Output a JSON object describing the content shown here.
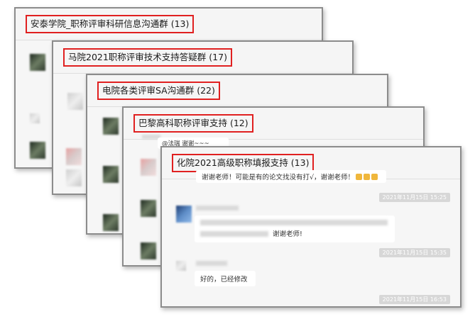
{
  "groups": [
    {
      "title": "安泰学院_职称评审科研信息沟通群 (13)"
    },
    {
      "title": "马院2021职称评审技术支持答疑群 (17)"
    },
    {
      "title": "电院各类评审SA沟通群 (22)"
    },
    {
      "title": "巴黎高科职称评审支持 (12)"
    },
    {
      "title": "化院2021高级职称填报支持 (13)"
    }
  ],
  "paris_chat": {
    "message": "@法瑞 谢谢~~~"
  },
  "chem_chat": {
    "msg1": "谢谢老师！可能是有的论文找没有打√，谢谢老师！",
    "ts1": "2021年11月15日 15:25",
    "msg2_line1": "",
    "msg2_line2": "谢谢老师!",
    "ts2": "2021年11月15日 15:35",
    "msg3": "好的，已经修改",
    "ts3": "2021年11月15日 16:53"
  },
  "colors": {
    "highlight": "#e02020",
    "window_border": "#8c8c8c"
  }
}
